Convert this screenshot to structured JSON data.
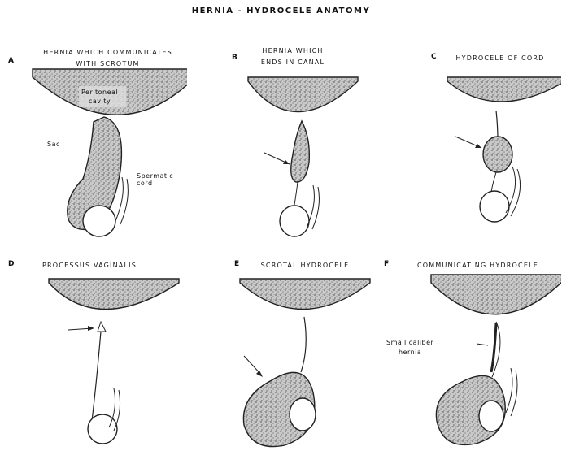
{
  "title": "HERNIA - HYDROCELE ANATOMY",
  "panels": [
    {
      "letter": "A",
      "title": [
        "HERNIA WHICH COMMUNICATES",
        "WITH SCROTUM"
      ]
    },
    {
      "letter": "B",
      "title": [
        "HERNIA WHICH",
        "ENDS IN CANAL"
      ]
    },
    {
      "letter": "C",
      "title": [
        "HYDROCELE OF CORD"
      ]
    },
    {
      "letter": "D",
      "title": [
        "PROCESSUS VAGINALIS"
      ]
    },
    {
      "letter": "E",
      "title": [
        "SCROTAL HYDROCELE"
      ]
    },
    {
      "letter": "F",
      "title": [
        "COMMUNICATING HYDROCELE"
      ]
    }
  ],
  "labels": {
    "peritoneal_1": "Peritoneal",
    "peritoneal_2": "cavity",
    "sac": "Sac",
    "spermatic_cord": "Spermatic cord",
    "small_caliber_1": "Small caliber",
    "small_caliber_2": "hernia"
  }
}
